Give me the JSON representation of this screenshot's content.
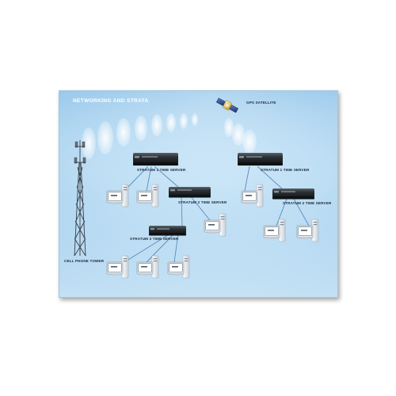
{
  "diagram": {
    "title": "NETWORKING AND STRATA",
    "labels": {
      "gps_satellite": "GPS SATELLITE",
      "cell_phone_tower": "CELL PHONE TOWER",
      "stratum1_left": "STRATUM 1 TIME SERVER",
      "stratum1_right": "STRATUM 1 TIME SERVER",
      "stratum2_left": "STRATUM 2 TIME SERVER",
      "stratum2_right": "STRATUM 2 TIME SERVER",
      "stratum3": "STRATUM 3 TIME SERVER"
    },
    "colors": {
      "background_top": "#8fc3e8",
      "background_bottom": "#dff0fb",
      "server_body": "#2e3338",
      "link_line": "#4f83b5",
      "computer_case": "#eef2f5",
      "screen": "#ffffff"
    }
  }
}
